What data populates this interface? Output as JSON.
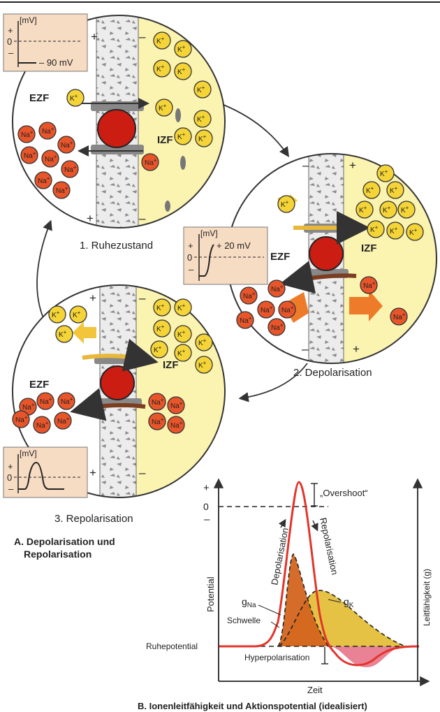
{
  "colors": {
    "membrane": "#e6e6e6",
    "icf": "#fbf3b0",
    "na_ion": "#e8552a",
    "k_ion": "#f4d437",
    "pump": "#cc1d12",
    "arrow_brown": "#7c3e22",
    "arrow_orange": "#ee7b2a",
    "inset_bg": "#f7dcc4",
    "curve_red": "#e2352b",
    "gna_fill": "#d4641f",
    "gk_fill": "#e4be3a",
    "hyper_fill": "#ea8296"
  },
  "ions": {
    "na": "Na",
    "k": "K",
    "charge_plus": "+"
  },
  "signs": {
    "plus": "+",
    "minus": "–"
  },
  "state1": {
    "caption": "1. Ruhezustand",
    "ezf": "EZF",
    "izf": "IZF",
    "inset": {
      "unit": "[mV]",
      "plus": "+",
      "zero": "0",
      "minus": "–",
      "value": "– 90 mV"
    }
  },
  "state2": {
    "caption": "2. Depolarisation",
    "ezf": "EZF",
    "izf": "IZF",
    "inset": {
      "unit": "[mV]",
      "plus": "+",
      "zero": "0",
      "minus": "–",
      "value": "+ 20 mV"
    }
  },
  "state3": {
    "caption": "3. Repolarisation",
    "ezf": "EZF",
    "izf": "IZF",
    "inset": {
      "unit": "[mV]",
      "plus": "+",
      "zero": "0",
      "minus": "–"
    }
  },
  "sectionA": {
    "line1": "A. Depolarisation und",
    "line2": "Repolarisation"
  },
  "chart": {
    "overshoot": "„Overshoot“",
    "plus": "+",
    "zero": "0",
    "minus": "–",
    "depolarisation": "Depolarisation",
    "repolarisation": "Repolarisation",
    "gna_main": "g",
    "gna_sub": "Na",
    "gk_main": "g",
    "gk_sub": "K",
    "schwelle": "Schwelle",
    "ruhepotential": "Ruhepotential",
    "hyperpolarisation": "Hyperpolarisation",
    "ylabel_left": "Potential",
    "ylabel_right": "Leitfähigkeit (g)",
    "xlabel": "Zeit",
    "title": "B. Ionenleitfähigkeit und Aktionspotential (idealisiert)"
  }
}
